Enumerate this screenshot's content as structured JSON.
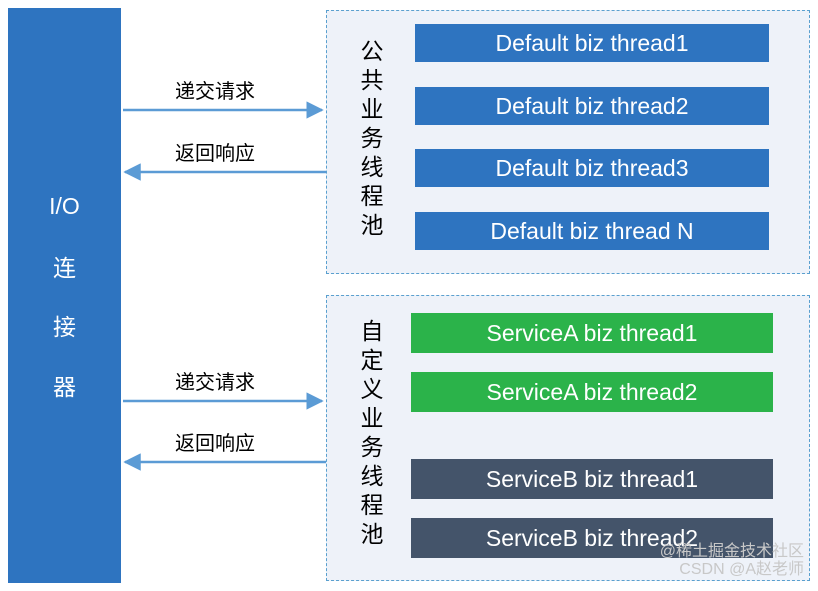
{
  "io_connector": {
    "chars": [
      "I/O",
      "连",
      "接",
      "器"
    ]
  },
  "public_pool": {
    "title_chars": [
      "公",
      "共",
      "业",
      "务",
      "线",
      "程",
      "池"
    ],
    "threads": [
      "Default biz thread1",
      "Default biz thread2",
      "Default biz thread3",
      "Default biz thread N"
    ],
    "request_label": "递交请求",
    "response_label": "返回响应"
  },
  "custom_pool": {
    "title_chars": [
      "自",
      "定",
      "义",
      "业",
      "务",
      "线",
      "程",
      "池"
    ],
    "threads_a": [
      "ServiceA biz thread1",
      "ServiceA biz thread2"
    ],
    "threads_b": [
      "ServiceB biz thread1",
      "ServiceB biz thread2"
    ],
    "request_label": "递交请求",
    "response_label": "返回响应"
  },
  "watermark": {
    "line1": "@稀土掘金技术社区",
    "line2": "CSDN @A赵老师"
  },
  "colors": {
    "io_blue": "#2e74c0",
    "default_thread": "#2e74c0",
    "servicea_thread": "#2bb34a",
    "serviceb_thread": "#44546a",
    "arrow": "#5b9bd5",
    "pool_border": "#5aa0cf"
  }
}
